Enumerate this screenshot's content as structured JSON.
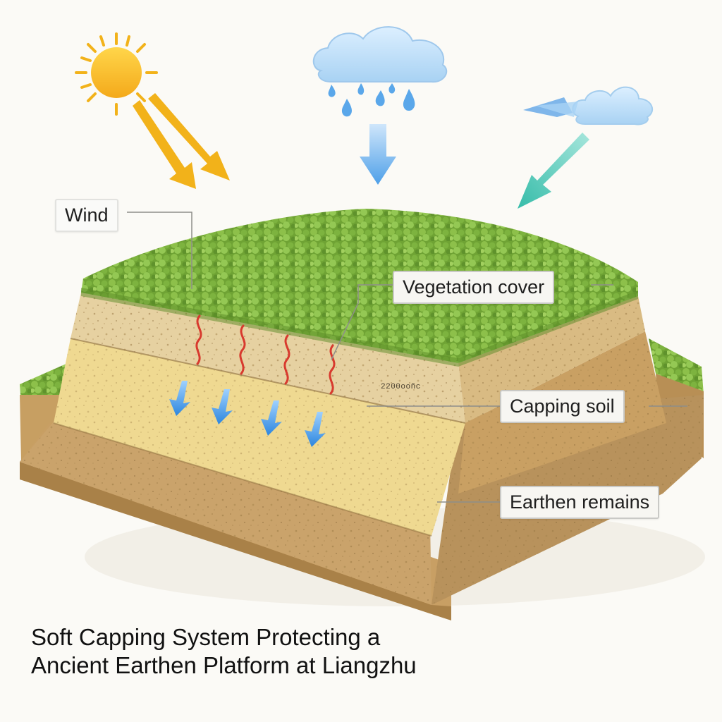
{
  "labels": {
    "wind": "Wind",
    "vegetation": "Vegetation cover",
    "capping": "Capping soil",
    "earthen": "Earthen remains",
    "small_mark": "2200ooñc"
  },
  "title": {
    "line1": "Soft Capping System Protecting a",
    "line2": "Ancient Earthen Platform at Liangzhu"
  },
  "icons": [
    "sun-icon",
    "rain-cloud-icon",
    "wind-cloud-icon"
  ],
  "colors": {
    "sun": "#f6b91d",
    "sun_arrow": "#f2b21a",
    "rain_arrow": "#5aa7ea",
    "wind_arrow": "#44c4b4",
    "vegetation": "#79ad3c",
    "capping_soil": "#efd991",
    "earthen": "#c9a46a",
    "infiltration": "#2f8fe0",
    "heat_waves": "#d83a2e"
  }
}
